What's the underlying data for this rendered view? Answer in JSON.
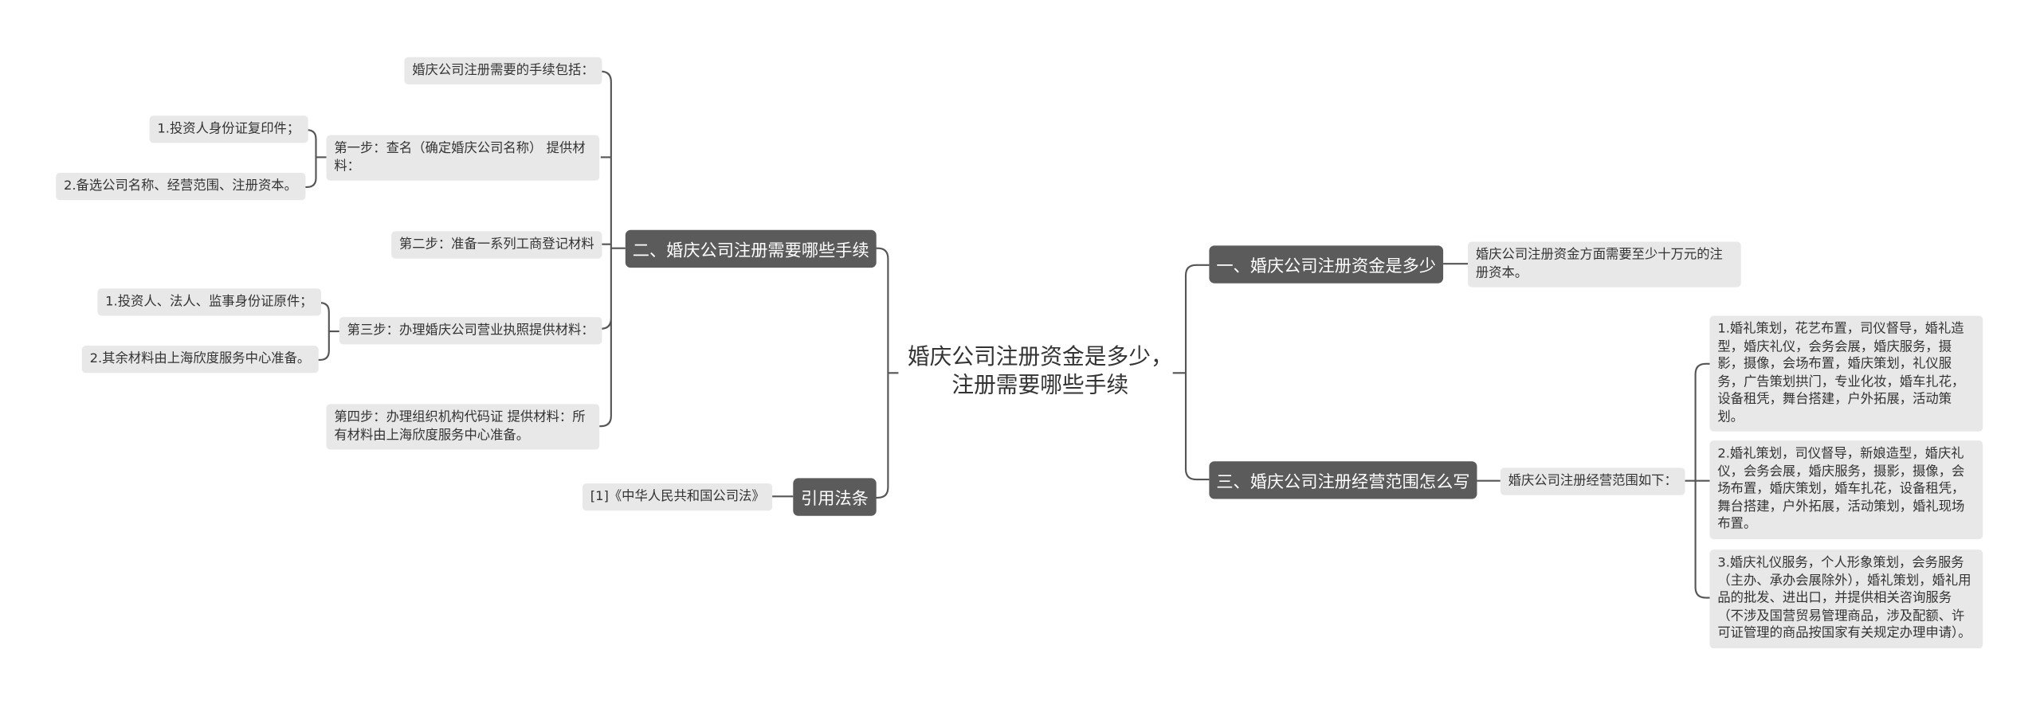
{
  "root": {
    "title": "婚庆公司注册资金是多少，注册需要哪些手续"
  },
  "left": {
    "branch2": {
      "label": "二、婚庆公司注册需要哪些手续",
      "intro": "婚庆公司注册需要的手续包括：",
      "step1": {
        "label": "第一步：查名（确定婚庆公司名称） 提供材料：",
        "items": [
          "1.投资人身份证复印件；",
          "2.备选公司名称、经营范围、注册资本。"
        ]
      },
      "step2": {
        "label": "第二步：准备一系列工商登记材料"
      },
      "step3": {
        "label": "第三步：办理婚庆公司营业执照提供材料：",
        "items": [
          "1.投资人、法人、监事身份证原件；",
          "2.其余材料由上海欣度服务中心准备。"
        ]
      },
      "step4": {
        "label": "第四步：办理组织机构代码证 提供材料：所有材料由上海欣度服务中心准备。"
      }
    },
    "ref": {
      "label": "引用法条",
      "items": [
        "[1]《中华人民共和国公司法》"
      ]
    }
  },
  "right": {
    "branch1": {
      "label": "一、婚庆公司注册资金是多少",
      "text": "婚庆公司注册资金方面需要至少十万元的注册资本。"
    },
    "branch3": {
      "label": "三、婚庆公司注册经营范围怎么写",
      "intro": "婚庆公司注册经营范围如下：",
      "items": [
        "1.婚礼策划，花艺布置，司仪督导，婚礼造型，婚庆礼仪，会务会展，婚庆服务，摄影，摄像，会场布置，婚庆策划，礼仪服务，广告策划拱门，专业化妆，婚车扎花，设备租凭，舞台搭建，户外拓展，活动策划。",
        "2.婚礼策划，司仪督导，新娘造型，婚庆礼仪，会务会展，婚庆服务，摄影，摄像，会场布置，婚庆策划，婚车扎花，设备租凭，舞台搭建，户外拓展，活动策划，婚礼现场布置。",
        "3.婚庆礼仪服务，个人形象策划，会务服务（主办、承办会展除外），婚礼策划，婚礼用品的批发、进出口，并提供相关咨询服务（不涉及国营贸易管理商品，涉及配额、许可证管理的商品按国家有关规定办理申请）。"
      ]
    }
  },
  "colors": {
    "line": "#555555",
    "main_bg": "#5b5b5b",
    "leaf_bg": "#e8e8e8",
    "text": "#333333"
  }
}
